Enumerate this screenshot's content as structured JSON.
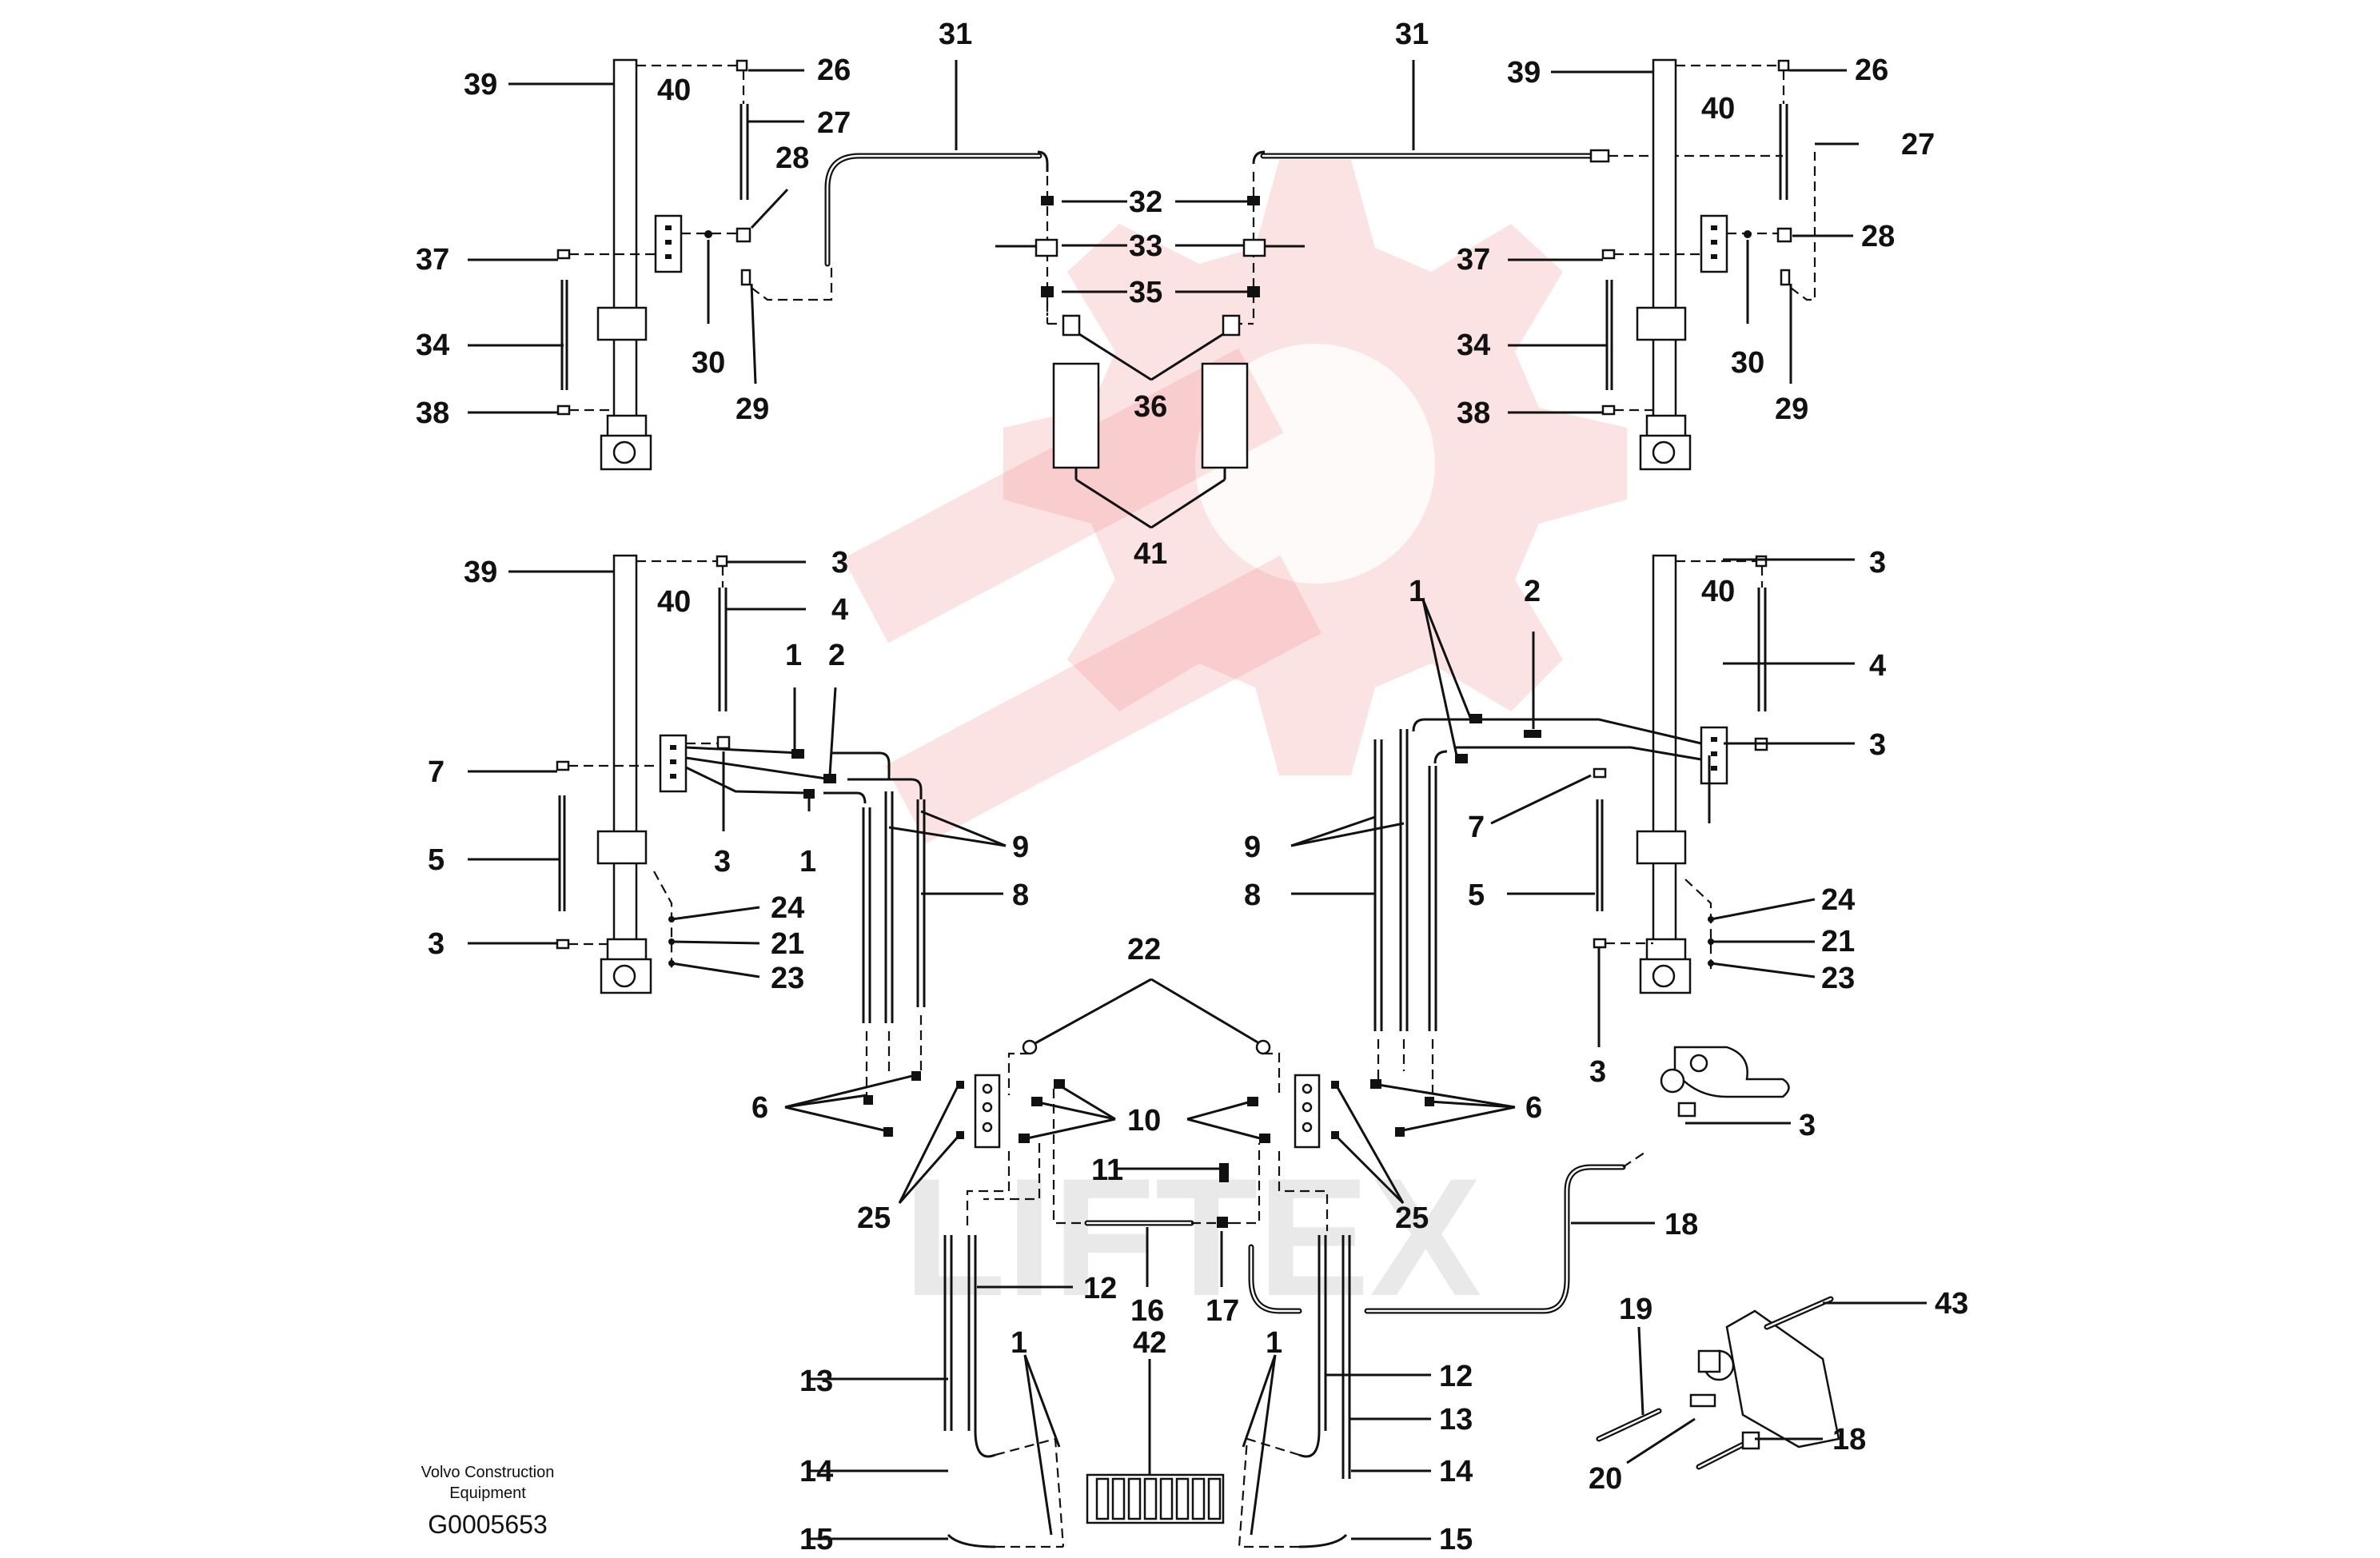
{
  "watermark": {
    "text": "LIFTEX",
    "color": "#f08080"
  },
  "footer": {
    "company_line1": "Volvo Construction",
    "company_line2": "Equipment",
    "code": "G0005653"
  },
  "callouts": {
    "c39a": "39",
    "c40a": "40",
    "c26a": "26",
    "c27a": "27",
    "c28a": "28",
    "c37a": "37",
    "c30a": "30",
    "c29a": "29",
    "c34a": "34",
    "c38a": "38",
    "c31a": "31",
    "c31b": "31",
    "c32": "32",
    "c33": "33",
    "c35": "35",
    "c36": "36",
    "c41": "41",
    "c39b": "39",
    "c40b": "40",
    "c26b": "26",
    "c27b": "27",
    "c28b": "28",
    "c37b": "37",
    "c30b": "30",
    "c29b": "29",
    "c34b": "34",
    "c38b": "38",
    "c39c": "39",
    "c40c": "40",
    "c3a": "3",
    "c4a": "4",
    "c1a": "1",
    "c2a": "2",
    "c7a": "7",
    "c3b": "3",
    "c1b": "1",
    "c9a": "9",
    "c8a": "8",
    "c5a": "5",
    "c24a": "24",
    "c21a": "21",
    "c3c": "3",
    "c23a": "23",
    "c1c": "1",
    "c2b": "2",
    "c40d": "40",
    "c3d": "3",
    "c4b": "4",
    "c3e": "3",
    "c7b": "7",
    "c9b": "9",
    "c8b": "8",
    "c5b": "5",
    "c24b": "24",
    "c21b": "21",
    "c23b": "23",
    "c3f": "3",
    "c22": "22",
    "c6a": "6",
    "c10": "10",
    "c6b": "6",
    "c3g": "3",
    "c25a": "25",
    "c11": "11",
    "c25b": "25",
    "c18a": "18",
    "c12a": "12",
    "c16": "16",
    "c17": "17",
    "c19": "19",
    "c43": "43",
    "c12b": "12",
    "c13a": "13",
    "c13b": "13",
    "c1d": "1",
    "c42": "42",
    "c1e": "1",
    "c14a": "14",
    "c14b": "14",
    "c20": "20",
    "c18b": "18",
    "c15a": "15",
    "c15b": "15"
  }
}
